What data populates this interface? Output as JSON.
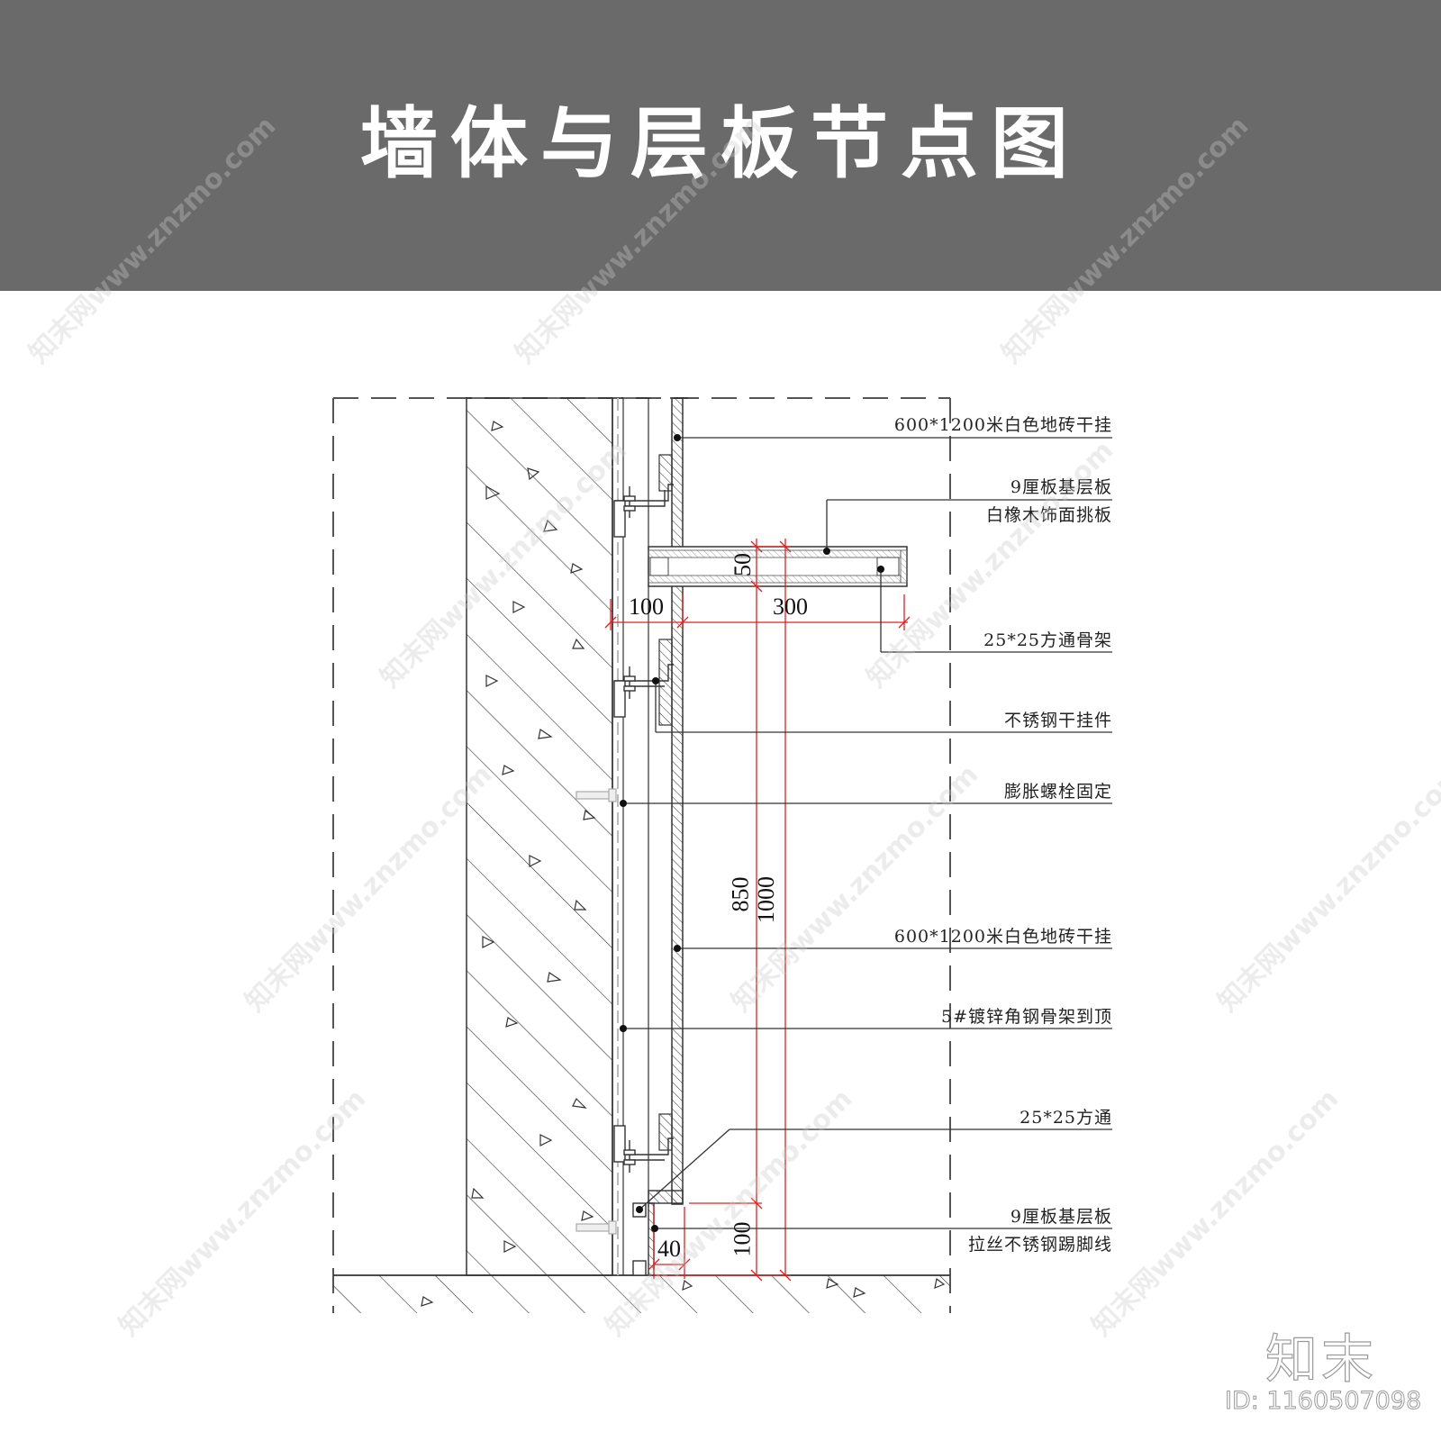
{
  "header": {
    "title": "墙体与层板节点图",
    "background_color": "#6a6a6a",
    "text_color": "#ffffff"
  },
  "drawing": {
    "line_color": "#333333",
    "dimension_color": "#e0201c",
    "callouts": [
      {
        "id": "tile-top",
        "lines": [
          "600*1200米白色地砖干挂"
        ]
      },
      {
        "id": "shelf-board",
        "lines": [
          "9厘板基层板",
          "白橡木饰面挑板"
        ]
      },
      {
        "id": "shelf-frame",
        "lines": [
          "25*25方通骨架"
        ]
      },
      {
        "id": "dry-hanger",
        "lines": [
          "不锈钢干挂件"
        ]
      },
      {
        "id": "expansion-bolt",
        "lines": [
          "膨胀螺栓固定"
        ]
      },
      {
        "id": "tile-mid",
        "lines": [
          "600*1200米白色地砖干挂"
        ]
      },
      {
        "id": "angle-steel",
        "lines": [
          "5#镀锌角钢骨架到顶"
        ]
      },
      {
        "id": "square-tube",
        "lines": [
          "25*25方通"
        ]
      },
      {
        "id": "skirting",
        "lines": [
          "9厘板基层板",
          "拉丝不锈钢踢脚线"
        ]
      }
    ],
    "dimensions": {
      "wall_offset": "100",
      "shelf_depth": "300",
      "shelf_thickness": "50",
      "shelf_bottom_height": "850",
      "shelf_top_height": "1000",
      "skirting_height": "100",
      "skirting_depth": "40"
    }
  },
  "watermark": {
    "text": "知末网www.znzmo.com",
    "brand": "知末",
    "id_label": "ID: 1160507098"
  }
}
